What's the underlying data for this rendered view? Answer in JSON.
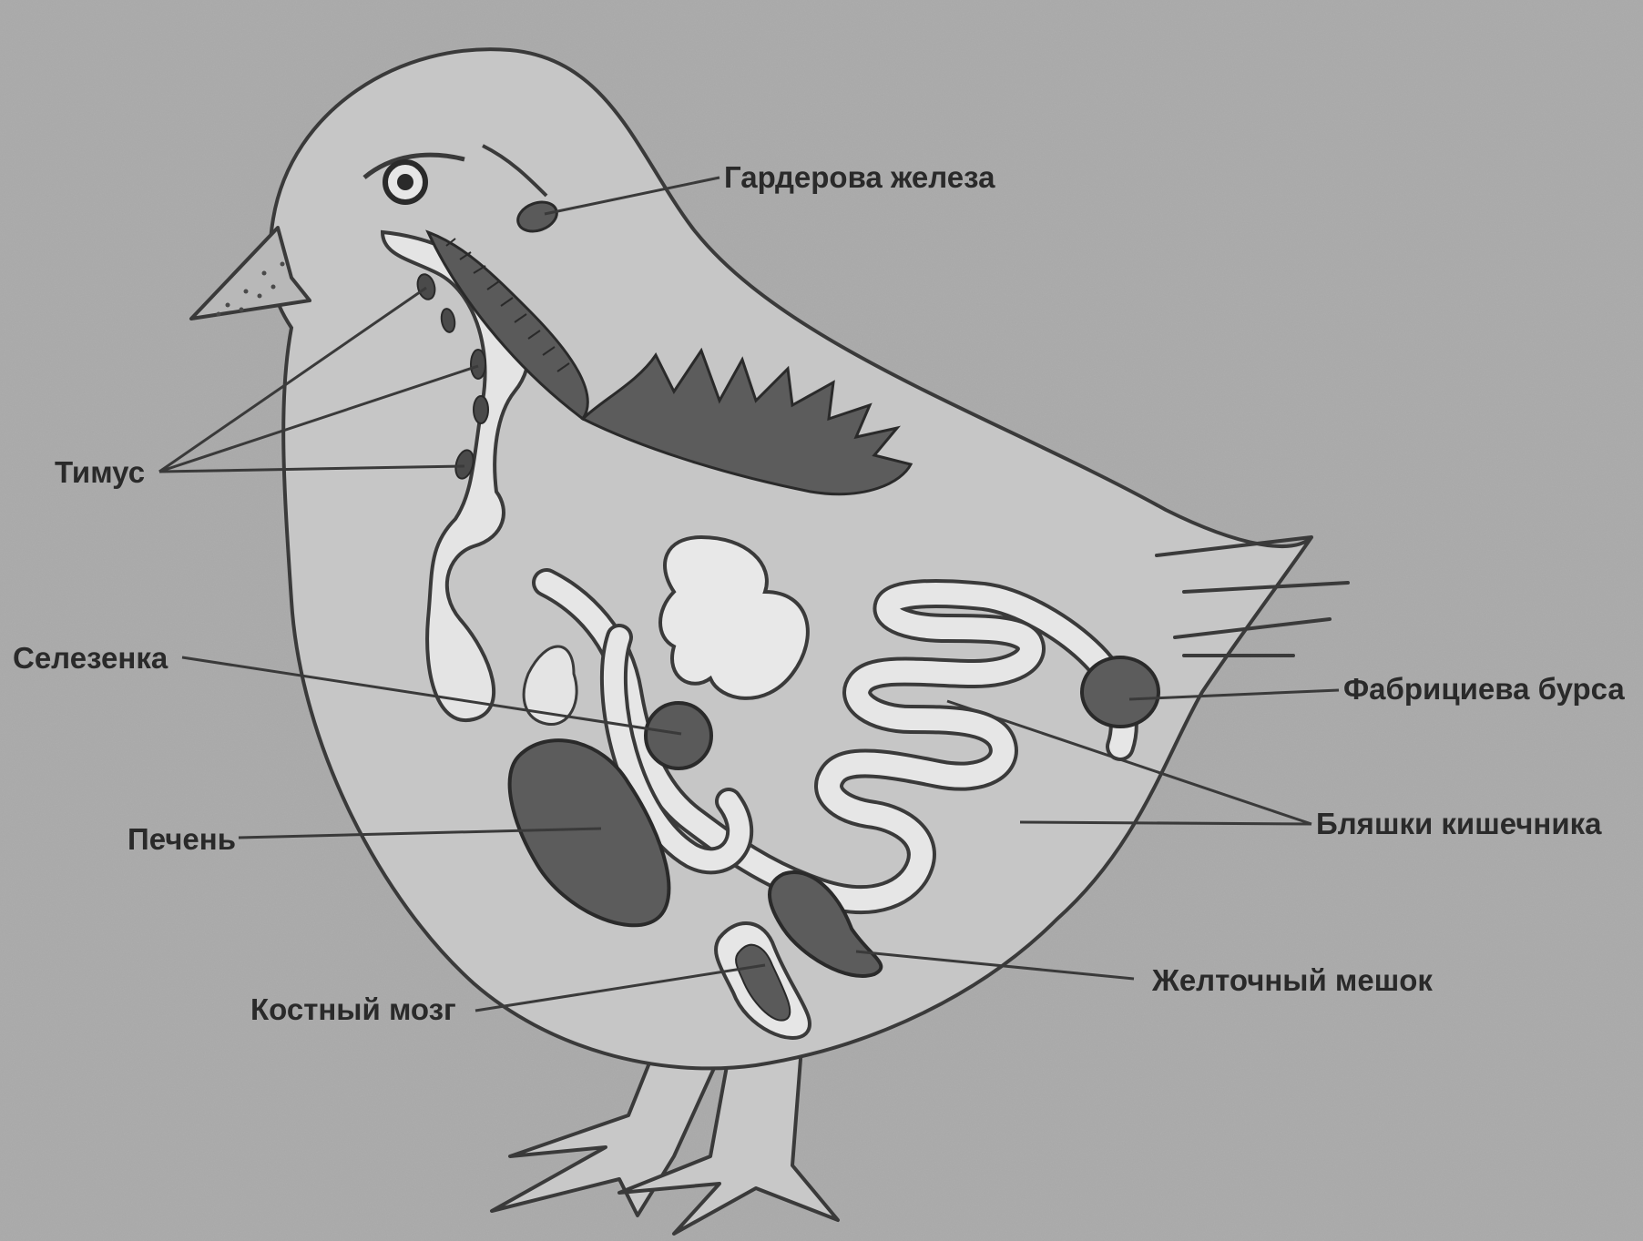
{
  "labels": {
    "harderian_gland": "Гардерова железа",
    "thymus": "Тимус",
    "spleen": "Селезенка",
    "bursa": "Фабрициева бурса",
    "intestinal_patches": "Бляшки кишечника",
    "liver": "Печень",
    "yolk_sac": "Желточный мешок",
    "bone_marrow": "Костный мозг"
  }
}
